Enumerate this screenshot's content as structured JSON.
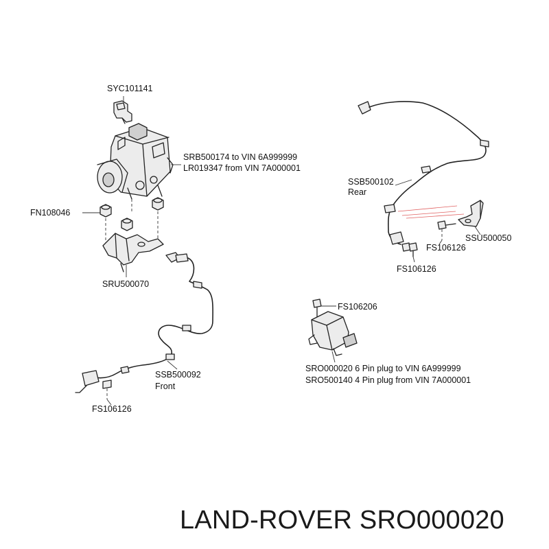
{
  "labels": {
    "syc101141": "SYC101141",
    "srb500174": "SRB500174 to VIN 6A999999",
    "lr019347": "LR019347 from VIN 7A000001",
    "fn108046": "FN108046",
    "sru500070": "SRU500070",
    "ssb500102": "SSB500102",
    "rear": "Rear",
    "ssu500050": "SSU500050",
    "fs106126_rear_bracket": "FS106126",
    "fs106126_rear_sensor": "FS106126",
    "fs106206": "FS106206",
    "sro000020": "SRO000020 6 Pin plug to VIN 6A999999",
    "sro500140": "SRO500140 4 Pin plug from VIN 7A000001",
    "ssb500092": "SSB500092",
    "front": "Front",
    "fs106126_front": "FS106126"
  },
  "footer": {
    "title": "LAND-ROVER SRO000020"
  },
  "colors": {
    "line": "#222222",
    "laser_marks": "#e06060",
    "text": "#111111"
  }
}
